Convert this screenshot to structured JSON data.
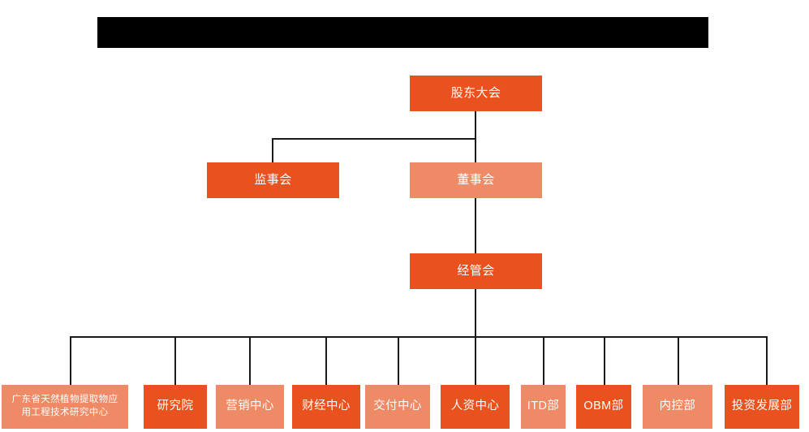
{
  "page": {
    "title_bar_redacted": true,
    "background_color": "#ffffff",
    "line_color": "#1a1a1a"
  },
  "colors": {
    "dark_orange": "#e9521f",
    "light_orange": "#ee8a66",
    "redaction_black": "#000000",
    "node_text": "#ffffff"
  },
  "nodes": {
    "shareholders_meeting": {
      "label": "股东大会",
      "shade": "dark"
    },
    "board_of_supervisors": {
      "label": "监事会",
      "shade": "dark"
    },
    "board_of_directors": {
      "label": "董事会",
      "shade": "light"
    },
    "management_committee": {
      "label": "经管会",
      "shade": "dark"
    }
  },
  "departments": [
    {
      "label": "广东省天然植物提取物应\n用工程技术研究中心",
      "shade": "light",
      "multiline": true
    },
    {
      "label": "研究院",
      "shade": "dark",
      "multiline": false
    },
    {
      "label": "营销中心",
      "shade": "light",
      "multiline": false
    },
    {
      "label": "财经中心",
      "shade": "dark",
      "multiline": false
    },
    {
      "label": "交付中心",
      "shade": "light",
      "multiline": false
    },
    {
      "label": "人资中心",
      "shade": "dark",
      "multiline": false
    },
    {
      "label": "ITD部",
      "shade": "light",
      "multiline": false
    },
    {
      "label": "OBM部",
      "shade": "dark",
      "multiline": false
    },
    {
      "label": "内控部",
      "shade": "light",
      "multiline": false
    },
    {
      "label": "投资发展部",
      "shade": "dark",
      "multiline": false
    }
  ]
}
